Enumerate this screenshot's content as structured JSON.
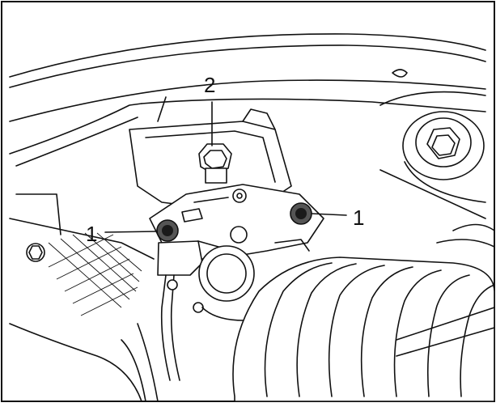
{
  "diagram": {
    "callouts": [
      {
        "id": "callout-1-left",
        "label": "1"
      },
      {
        "id": "callout-1-right",
        "label": "1"
      },
      {
        "id": "callout-2",
        "label": "2"
      }
    ],
    "colors": {
      "line": "#111111",
      "bolt": "#555555",
      "background": "#ffffff"
    }
  }
}
